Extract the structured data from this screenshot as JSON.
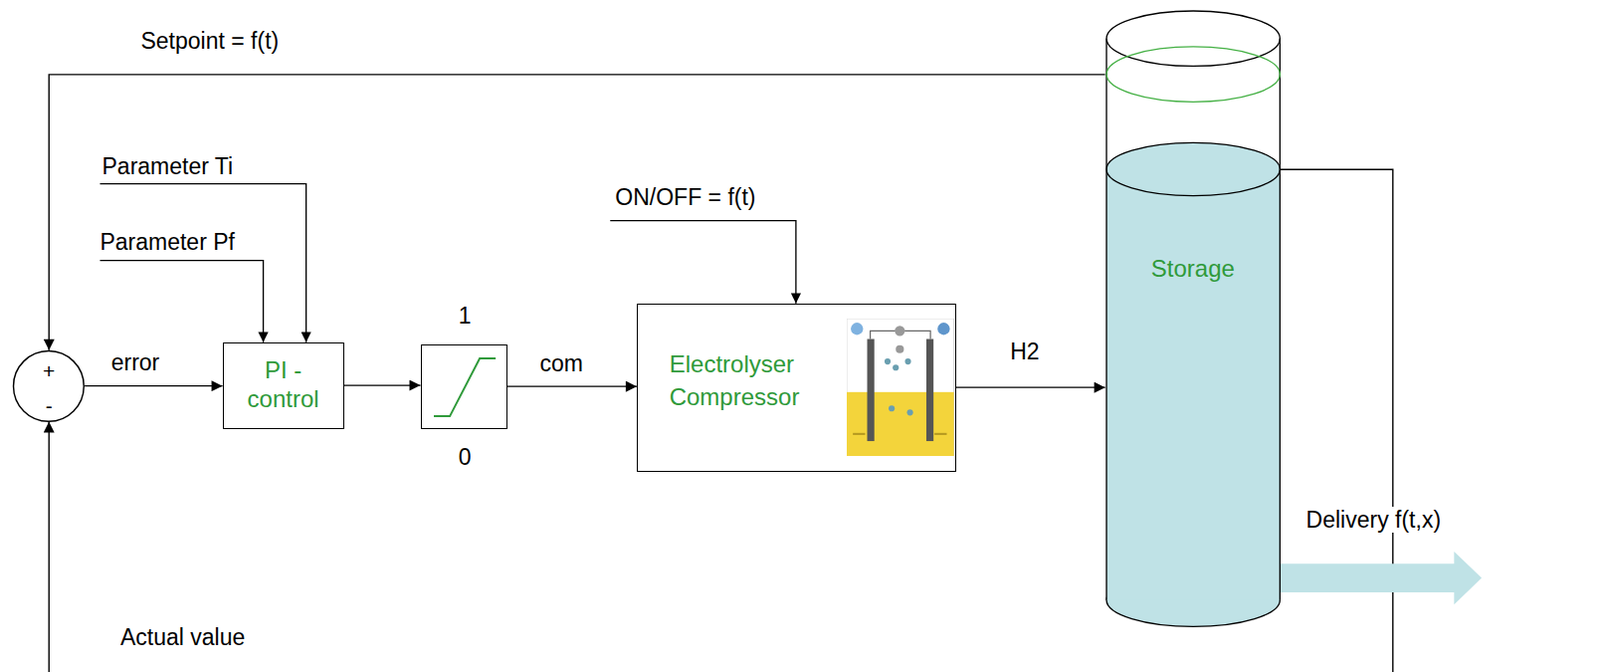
{
  "diagram": {
    "nodes": [
      {
        "text": [
          "+",
          "-"
        ]
      },
      {
        "text": [
          "PI - control"
        ]
      },
      {
        "text": [
          "1",
          "0"
        ]
      },
      {
        "text": [
          "Electrolyser Compressor"
        ]
      },
      {
        "text": [
          "Storage"
        ]
      }
    ],
    "edges": [
      {
        "from": 0,
        "to": 1,
        "arrow": "to",
        "label": "error"
      },
      {
        "from": 1,
        "to": 2,
        "arrow": "to"
      },
      {
        "from": 2,
        "to": 3,
        "arrow": "to",
        "label": "com"
      },
      {
        "from": 3,
        "to": 4,
        "arrow": "to",
        "label": "H2"
      },
      {
        "from": 4,
        "to": 0,
        "arrow": "to",
        "label": "Setpoint = f(t)"
      },
      {
        "from": 4,
        "to": 0,
        "arrow": "to",
        "label": "Actual value"
      }
    ],
    "labels": [
      "Parameter Ti",
      "Parameter Pf",
      "ON/OFF = f(t)",
      "Delivery f(t,x)"
    ]
  }
}
